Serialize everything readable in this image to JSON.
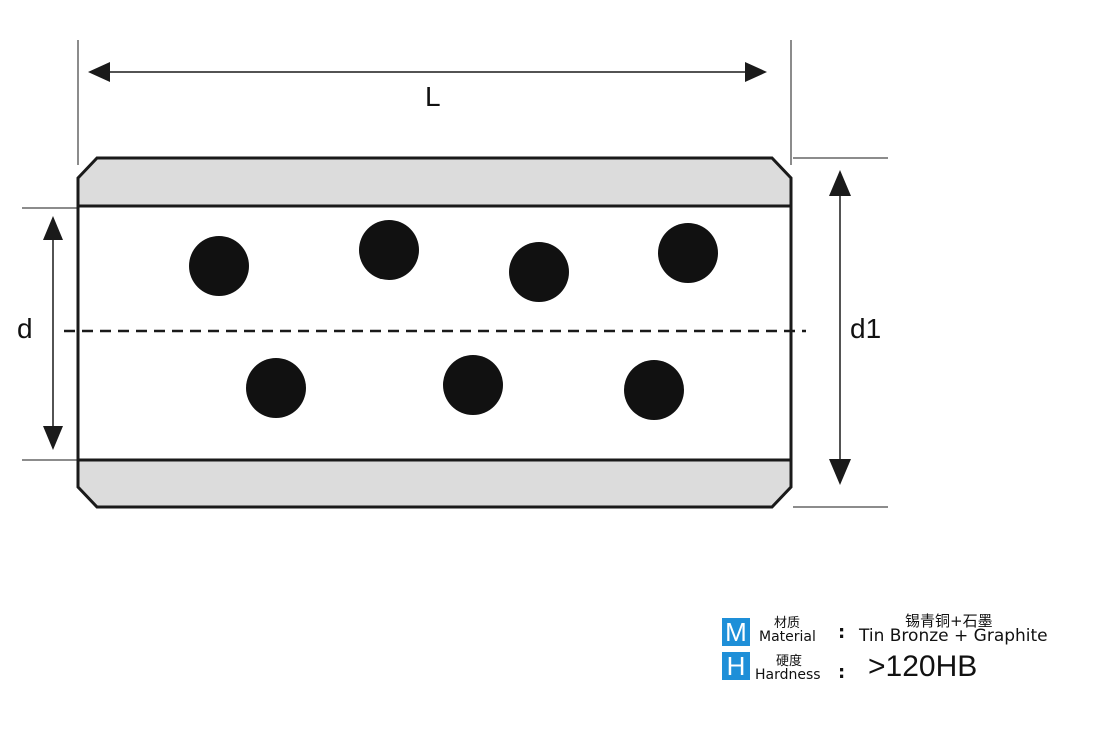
{
  "diagram": {
    "length_label": "L",
    "inner_diameter_label": "d",
    "outer_diameter_label": "d1",
    "graphite_plug_count": 7
  },
  "colors": {
    "line": "#1a1a1a",
    "shell_fill": "#dcdcdc",
    "plug": "#111111",
    "badge": "#1e8fd8"
  },
  "specs": {
    "material": {
      "badge": "M",
      "label_cn": "材质",
      "label_en": "Material",
      "colon": ":",
      "value_cn": "锡青铜+石墨",
      "value_en": "Tin Bronze + Graphite"
    },
    "hardness": {
      "badge": "H",
      "label_cn": "硬度",
      "label_en": "Hardness",
      "colon": ":",
      "value": ">120HB"
    }
  }
}
